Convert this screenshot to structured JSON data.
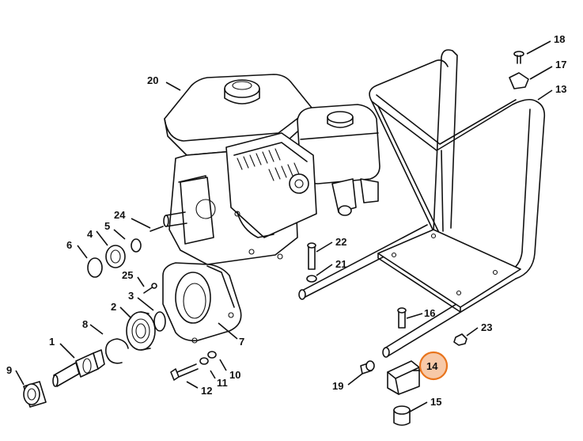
{
  "callouts": [
    {
      "id": "1",
      "label": "1"
    },
    {
      "id": "2",
      "label": "2"
    },
    {
      "id": "3",
      "label": "3"
    },
    {
      "id": "4",
      "label": "4"
    },
    {
      "id": "5",
      "label": "5"
    },
    {
      "id": "6",
      "label": "6"
    },
    {
      "id": "7",
      "label": "7"
    },
    {
      "id": "8",
      "label": "8"
    },
    {
      "id": "9",
      "label": "9"
    },
    {
      "id": "10",
      "label": "10"
    },
    {
      "id": "11",
      "label": "11"
    },
    {
      "id": "12",
      "label": "12"
    },
    {
      "id": "13",
      "label": "13"
    },
    {
      "id": "14",
      "label": "14"
    },
    {
      "id": "15",
      "label": "15"
    },
    {
      "id": "16",
      "label": "16"
    },
    {
      "id": "17",
      "label": "17"
    },
    {
      "id": "18",
      "label": "18"
    },
    {
      "id": "19",
      "label": "19"
    },
    {
      "id": "20",
      "label": "20"
    },
    {
      "id": "21",
      "label": "21"
    },
    {
      "id": "22",
      "label": "22"
    },
    {
      "id": "23",
      "label": "23"
    },
    {
      "id": "24",
      "label": "24"
    },
    {
      "id": "25",
      "label": "25"
    }
  ],
  "highlight": {
    "label": "14",
    "color": "#e8741c"
  }
}
